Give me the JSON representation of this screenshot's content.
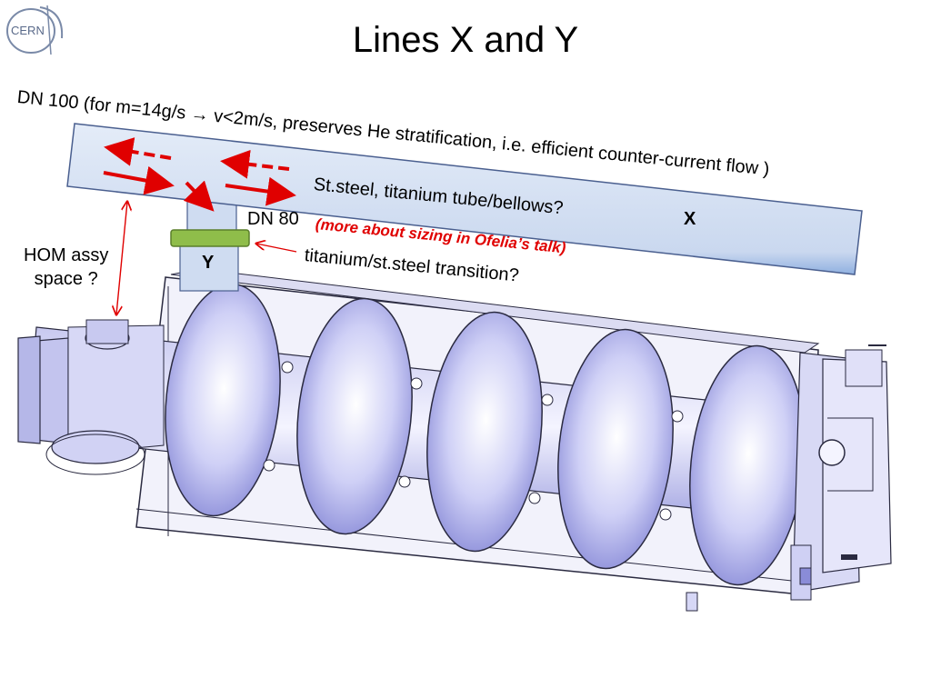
{
  "slide": {
    "title": "Lines X and Y",
    "logo_text": "CERN",
    "line_spec": "DN 100 (for m=14g/s → v<2m/s, preserves He stratification, i.e. efficient counter-current flow )",
    "material_note": "St.steel, titanium tube/bellows?",
    "line_x_label": "X",
    "dn80_label": "DN 80",
    "sizing_note": "(more about sizing in Ofelia’s talk)",
    "transition_note": "titanium/st.steel transition?",
    "line_y_label": "Y",
    "hom_label_line1": "HOM assy",
    "hom_label_line2": "space ?"
  },
  "colors": {
    "pipe_fill": "#cfdcf1",
    "pipe_stroke": "#4a5f8f",
    "arrow_red": "#e00000",
    "sizing_note_red": "#e00000",
    "flange_green": "#8fbd4a",
    "cavity_fill": "#c9cbf3",
    "cavity_stroke": "#2a2a40"
  }
}
